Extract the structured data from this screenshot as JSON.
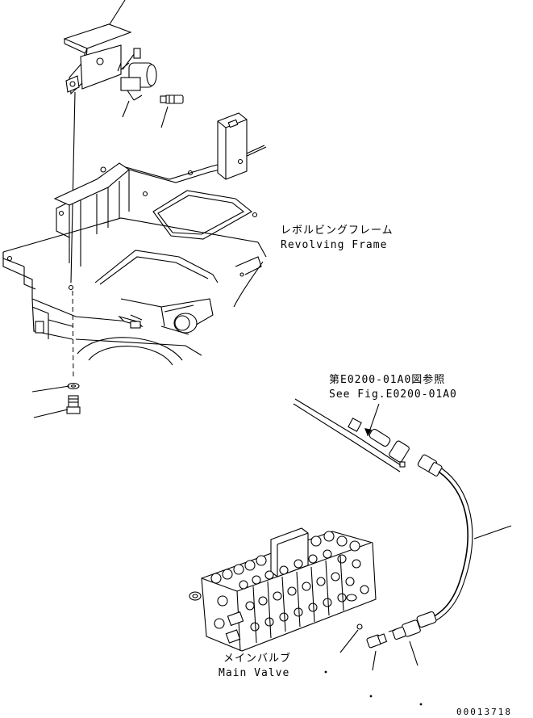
{
  "labels": {
    "revolving_frame_jp": "レボルビングフレーム",
    "revolving_frame_en": "Revolving Frame",
    "see_fig_jp": "第E0200-01A0図参照",
    "see_fig_en": "See Fig.E0200-01A0",
    "main_valve_jp": "メインバルブ",
    "main_valve_en": "Main Valve",
    "drawing_number": "00013718"
  }
}
